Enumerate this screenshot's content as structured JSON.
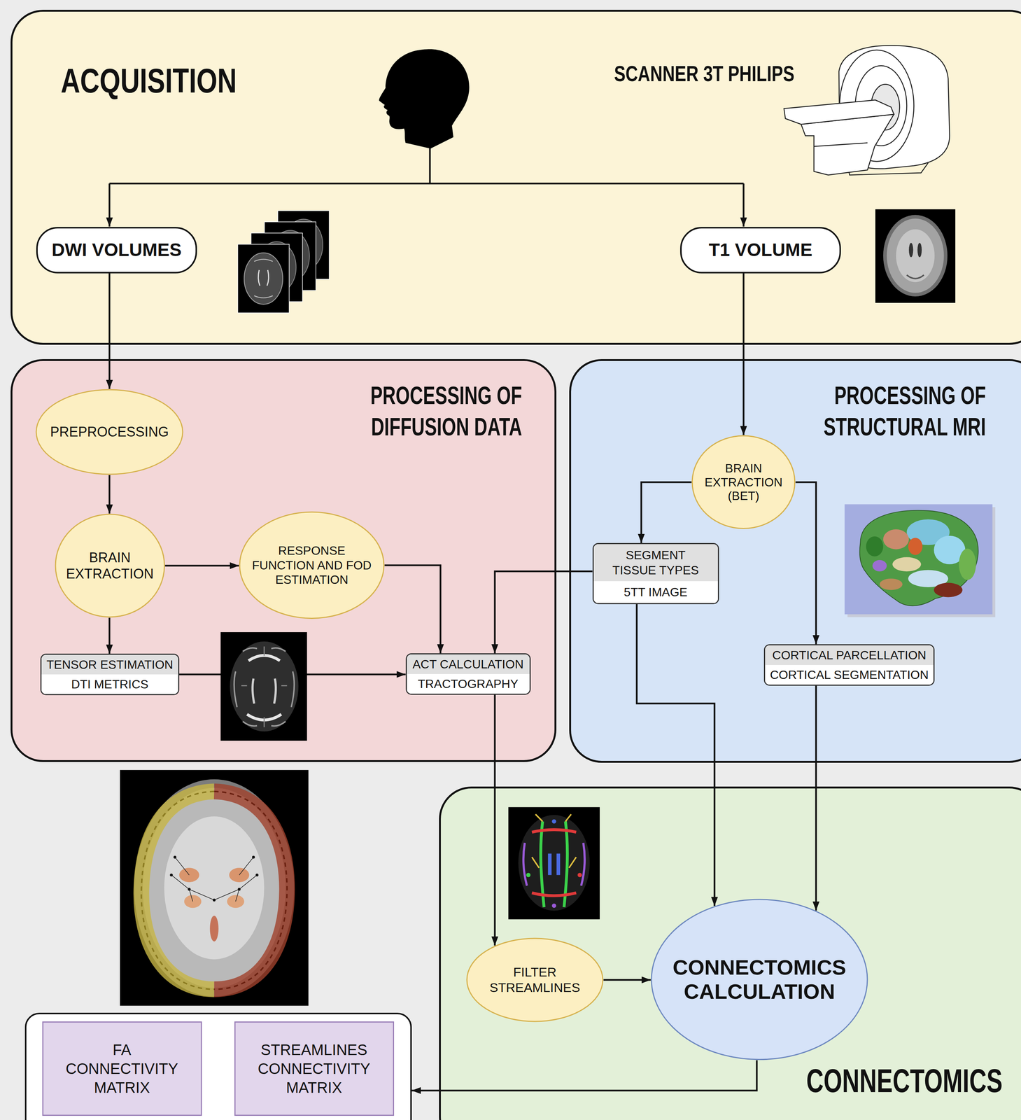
{
  "diagram": {
    "nodes": [
      {
        "text": [
          "ACQUISITION"
        ]
      },
      {
        "text": [
          "DWI VOLUMES"
        ],
        "in": 0
      },
      {
        "text": [
          "T1 VOLUME"
        ],
        "in": 0
      },
      {
        "text": [
          "PROCESSING OF DIFFUSION DATA"
        ]
      },
      {
        "text": [
          "PREPROCESSING"
        ],
        "in": 3
      },
      {
        "text": [
          "BRAIN EXTRACTION"
        ],
        "in": 3
      },
      {
        "text": [
          "RESPONSE FUNCTION AND FOD ESTIMATION"
        ],
        "in": 3
      },
      {
        "text": [
          "TENSOR ESTIMATION",
          "DTI METRICS"
        ],
        "in": 3
      },
      {
        "text": [
          "ACT CALCULATION",
          "TRACTOGRAPHY"
        ],
        "in": 3
      },
      {
        "text": [
          "PROCESSING OF STRUCTURAL MRI"
        ]
      },
      {
        "text": [
          "BRAIN EXTRACTION (BET)"
        ],
        "in": 9
      },
      {
        "text": [
          "SEGMENT TISSUE TYPES",
          "5TT IMAGE"
        ],
        "in": 9
      },
      {
        "text": [
          "CORTICAL PARCELLATION",
          "CORTICAL SEGMENTATION"
        ],
        "in": 9
      },
      {
        "text": [
          "CONNECTOMICS"
        ]
      },
      {
        "text": [
          "FILTER STREAMLINES"
        ],
        "in": 13
      },
      {
        "text": [
          "CONNECTOMICS CALCULATION"
        ],
        "in": 13
      },
      {
        "text": []
      },
      {
        "text": [
          "FA CONNECTIVITY MATRIX"
        ],
        "in": 16
      },
      {
        "text": [
          "STREAMLINES CONNECTIVITY MATRIX"
        ],
        "in": 16
      }
    ],
    "edges": [
      {
        "from": 1,
        "to": 4,
        "arrow": "to"
      },
      {
        "from": 2,
        "to": 10,
        "arrow": "to"
      },
      {
        "from": 4,
        "to": 5,
        "arrow": "to"
      },
      {
        "from": 5,
        "to": 6,
        "arrow": "to"
      },
      {
        "from": 5,
        "to": 7,
        "arrow": "to"
      },
      {
        "from": 6,
        "to": 8,
        "arrow": "to"
      },
      {
        "from": 7,
        "to": 8,
        "arrow": "to"
      },
      {
        "from": 11,
        "to": 8,
        "arrow": "to"
      },
      {
        "from": 10,
        "to": 11,
        "arrow": "to"
      },
      {
        "from": 10,
        "to": 12,
        "arrow": "to"
      },
      {
        "from": 8,
        "to": 14,
        "arrow": "to"
      },
      {
        "from": 11,
        "to": 15,
        "arrow": "to"
      },
      {
        "from": 12,
        "to": 15,
        "arrow": "to"
      },
      {
        "from": 14,
        "to": 15,
        "arrow": "to"
      },
      {
        "from": 15,
        "to": 16,
        "arrow": "to"
      }
    ],
    "labels": [
      "SCANNER 3T PHILIPS"
    ]
  }
}
